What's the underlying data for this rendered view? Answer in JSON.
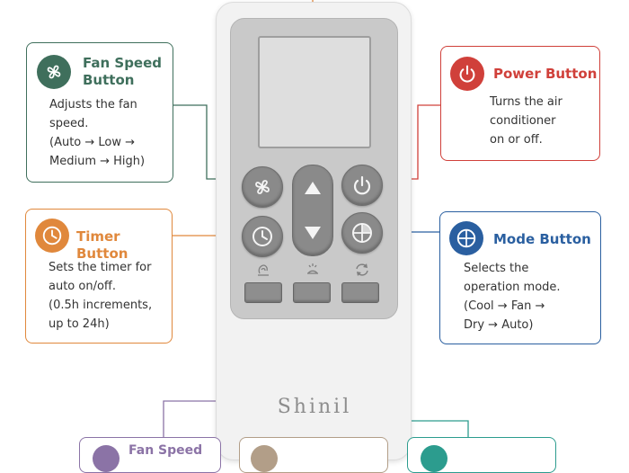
{
  "colors": {
    "fan": "#3f6f5c",
    "power": "#d0403a",
    "timer": "#e0883c",
    "mode": "#2a5fa0",
    "purple": "#8b73a6",
    "brown": "#b29e88",
    "teal": "#2c9c8e"
  },
  "callouts": {
    "fan": {
      "title_lines": [
        "Fan Speed",
        "Button"
      ],
      "desc_lines": [
        "Adjusts the fan",
        "speed.",
        "(Auto → Low →",
        "Medium → High)"
      ],
      "icon": "fan-icon"
    },
    "power": {
      "title_lines": [
        "Power Button"
      ],
      "desc_lines": [
        "Turns the air",
        "conditioner",
        "on or off."
      ],
      "icon": "power-icon"
    },
    "timer": {
      "title_lines": [
        "Timer Button"
      ],
      "desc_lines": [
        "Sets the timer for",
        "auto on/off.",
        "(0.5h increments,",
        "up to 24h)"
      ],
      "icon": "clock-icon"
    },
    "mode": {
      "title_lines": [
        "Mode Button"
      ],
      "desc_lines": [
        "Selects the",
        "operation mode.",
        "(Cool → Fan →",
        "Dry → Auto)"
      ],
      "icon": "mode-icon"
    }
  },
  "remote": {
    "brand": "Shinil",
    "buttons": [
      "fan-icon",
      "power-icon",
      "clock-icon",
      "mode-icon",
      "up-arrow-icon",
      "down-arrow-icon"
    ],
    "small_icons": [
      "swing-icon",
      "sleep-icon",
      "refresh-icon"
    ]
  },
  "bottom_boxes": [
    {
      "title": "Fan Speed",
      "icon": "fan-icon"
    },
    {
      "title": "",
      "icon": "sleep-icon"
    },
    {
      "title": "",
      "icon": "refresh-icon"
    }
  ]
}
